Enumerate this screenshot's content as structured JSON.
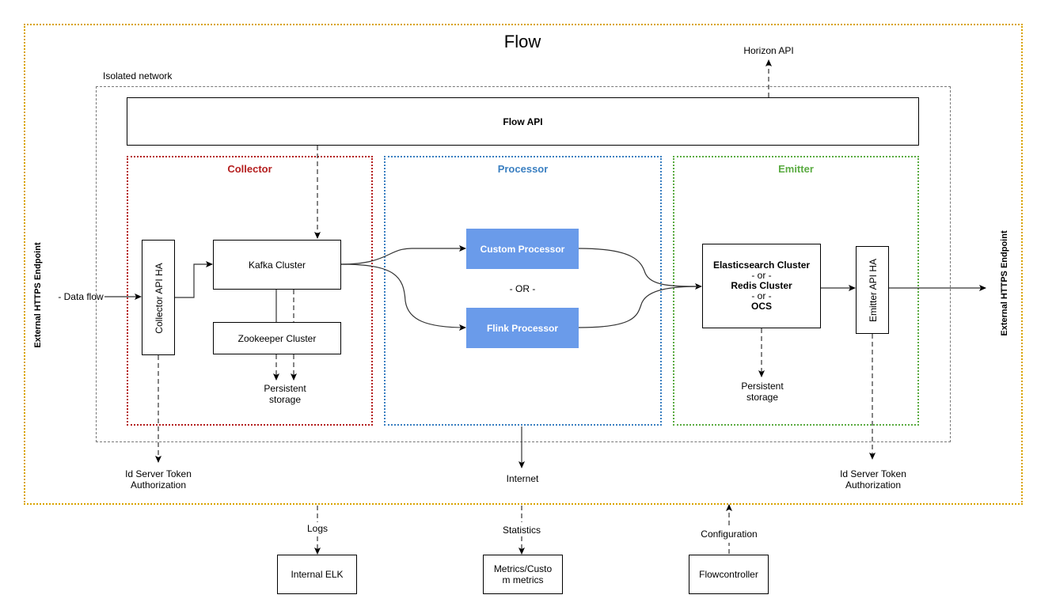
{
  "title": "Flow",
  "isolated_network_label": "Isolated network",
  "horizon_api": "Horizon API",
  "flow_api": "Flow API",
  "collector": {
    "title": "Collector",
    "color": "#b41e1e",
    "collector_api": "Collector API HA",
    "kafka": "Kafka Cluster",
    "zookeeper": "Zookeeper Cluster",
    "storage_line1": "Persistent",
    "storage_line2": "storage",
    "id_server_line1": "Id Server Token",
    "id_server_line2": "Authorization"
  },
  "processor": {
    "title": "Processor",
    "color": "#3a7fc1",
    "custom": "Custom Processor",
    "or": "- OR -",
    "flink": "Flink Processor",
    "internet": "Internet"
  },
  "emitter": {
    "title": "Emitter",
    "color": "#5aab41",
    "store_line1": "Elasticsearch Cluster",
    "store_line2": "- or -",
    "store_line3": "Redis Cluster",
    "store_line4": "- or -",
    "store_line5": "OCS",
    "emitter_api": "Emitter API HA",
    "storage_line1": "Persistent",
    "storage_line2": "storage",
    "id_server_line1": "Id Server Token",
    "id_server_line2": "Authorization"
  },
  "external_left": "External HTTPS Endpoint",
  "external_right": "External HTTPS Endpoint",
  "data_flow": "- Data flow",
  "bottom": {
    "logs": "Logs",
    "internal_elk": "Internal ELK",
    "statistics": "Statistics",
    "metrics_line1": "Metrics/Custo",
    "metrics_line2": "m metrics",
    "configuration": "Configuration",
    "flowcontroller": "Flowcontroller"
  }
}
